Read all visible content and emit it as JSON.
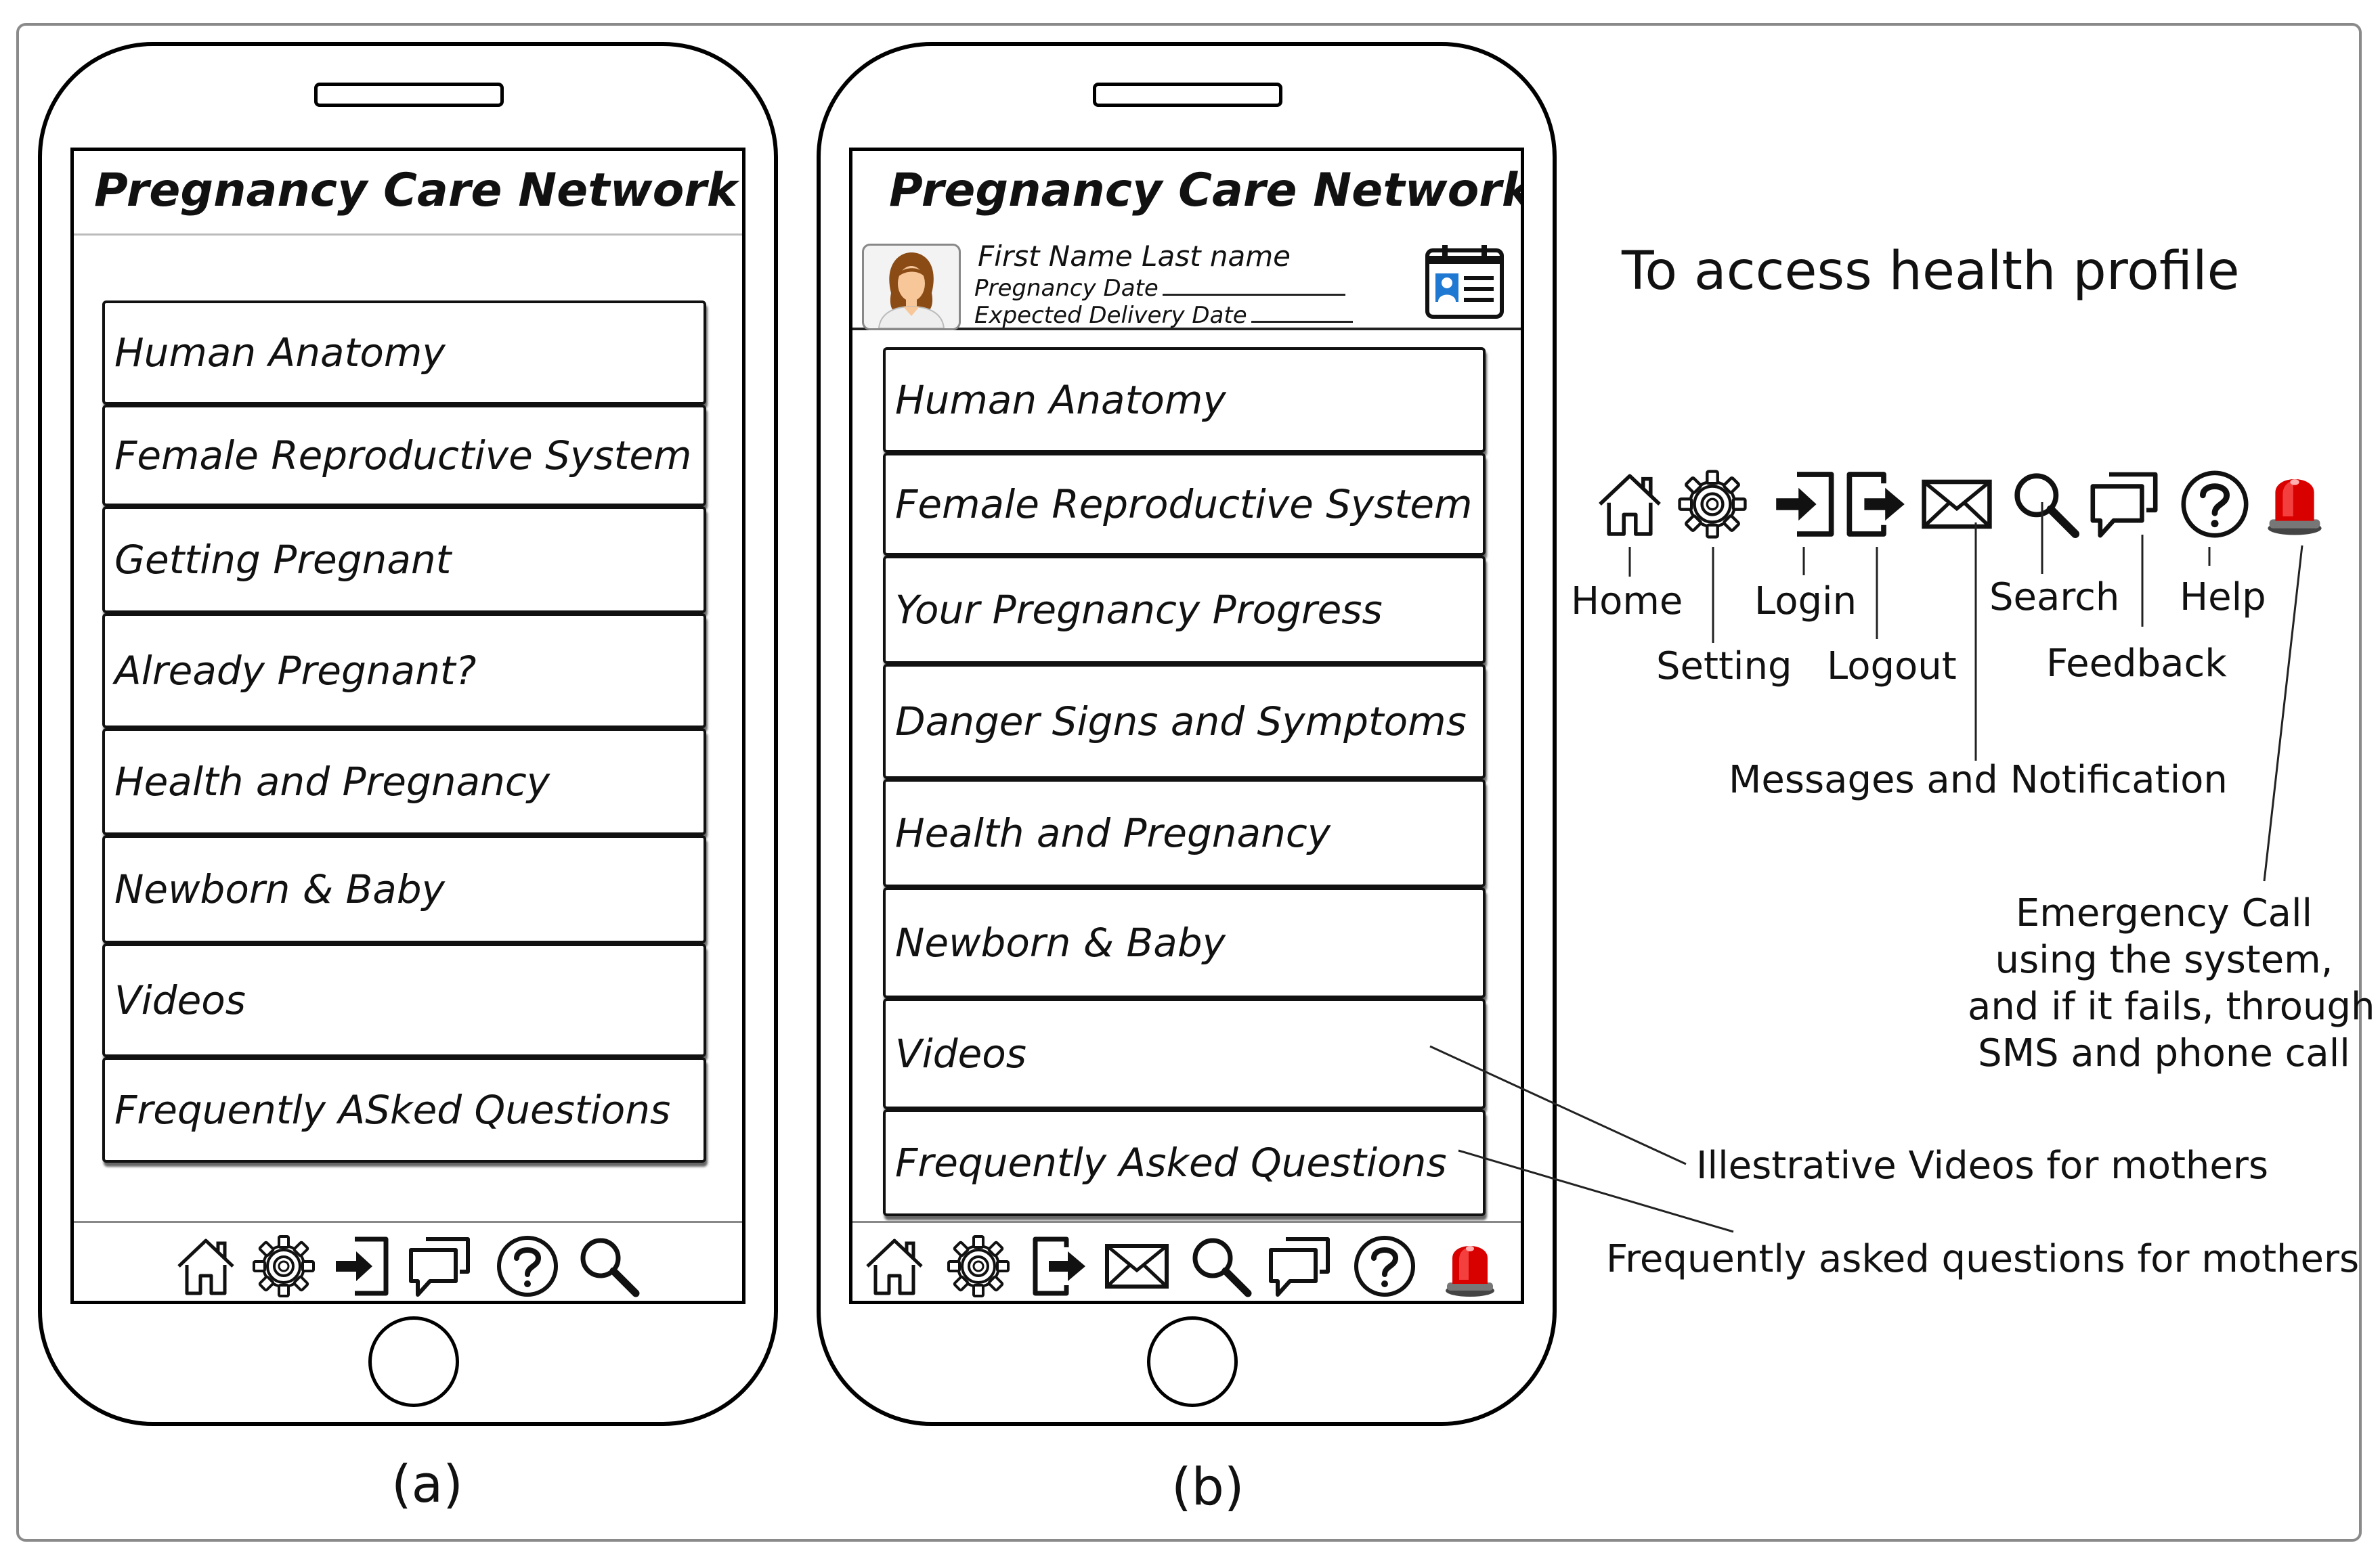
{
  "app": {
    "title": "Pregnancy Care Network"
  },
  "phone_a": {
    "menu": [
      "Human Anatomy",
      "Female Reproductive System",
      "Getting Pregnant",
      "Already Pregnant?",
      "Health and Pregnancy",
      "Newborn & Baby",
      "Videos",
      "Frequently ASked Questions"
    ],
    "caption": "(a)"
  },
  "phone_b": {
    "profile": {
      "name": "First Name Last name",
      "pregnancy_date_label": "Pregnancy Date",
      "delivery_date_label": "Expected Delivery Date"
    },
    "menu": [
      "Human Anatomy",
      "Female Reproductive System",
      "Your Pregnancy Progress",
      "Danger Signs and Symptoms",
      "Health and Pregnancy",
      "Newborn & Baby",
      "Videos",
      "Frequently Asked Questions"
    ],
    "caption": "(b)"
  },
  "annotations": {
    "health_profile": "To access health profile",
    "home": "Home",
    "setting": "Setting",
    "login": "Login",
    "logout": "Logout",
    "messages": "Messages and Notification",
    "search": "Search",
    "feedback": "Feedback",
    "help": "Help",
    "emergency": [
      "Emergency Call",
      "using the system,",
      "and if it fails, through",
      "SMS and phone call"
    ],
    "videos": "Illestrative Videos for mothers",
    "faq": "Frequently asked questions for mothers"
  },
  "icons": {
    "phone_a_bar": [
      "home-icon",
      "gear-icon",
      "login-icon",
      "feedback-icon",
      "help-icon",
      "search-icon"
    ],
    "phone_b_bar": [
      "home-icon",
      "gear-icon",
      "logout-icon",
      "mail-icon",
      "search-icon",
      "feedback-icon",
      "help-icon",
      "siren-icon"
    ],
    "legend": [
      "home-icon",
      "gear-icon",
      "login-icon",
      "logout-icon",
      "mail-icon",
      "search-icon",
      "feedback-icon",
      "help-icon",
      "siren-icon"
    ]
  },
  "colors": {
    "siren_red": "#d90000",
    "avatar_hair": "#8a4b14",
    "idcard_blue": "#1f78d1"
  }
}
